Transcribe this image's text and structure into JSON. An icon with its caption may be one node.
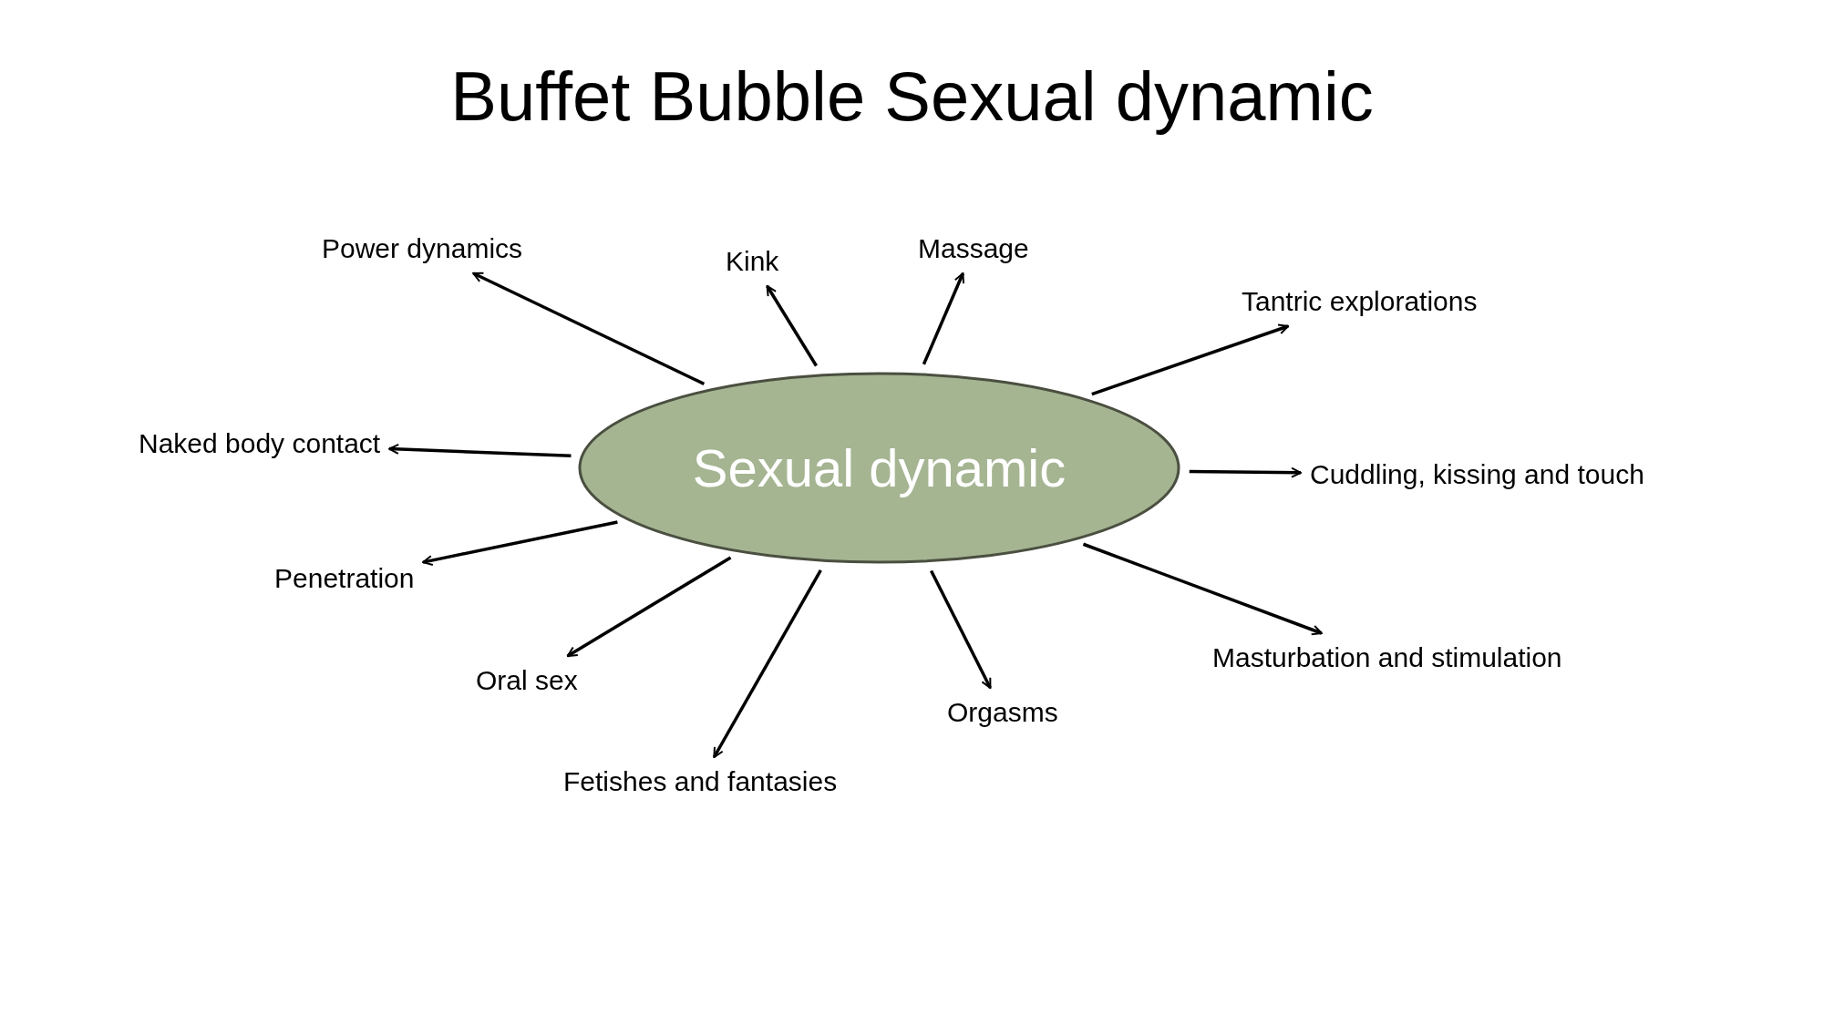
{
  "diagram": {
    "title": "Buffet Bubble Sexual dynamic",
    "nodes": [
      {
        "text": [
          "Sexual dynamic"
        ]
      },
      {
        "text": [
          "Power dynamics"
        ]
      },
      {
        "text": [
          "Massage"
        ]
      },
      {
        "text": [
          "Kink"
        ]
      },
      {
        "text": [
          "Tantric explorations"
        ]
      },
      {
        "text": [
          "Naked body contact"
        ]
      },
      {
        "text": [
          "Cuddling, kissing and touch"
        ]
      },
      {
        "text": [
          "Penetration"
        ]
      },
      {
        "text": [
          "Masturbation and stimulation"
        ]
      },
      {
        "text": [
          "Oral sex"
        ]
      },
      {
        "text": [
          "Orgasms"
        ]
      },
      {
        "text": [
          "Fetishes and fantasies"
        ]
      }
    ],
    "edges": [
      {
        "from": 0,
        "to": 1,
        "arrow": "to"
      },
      {
        "from": 0,
        "to": 2,
        "arrow": "to"
      },
      {
        "from": 0,
        "to": 3,
        "arrow": "to"
      },
      {
        "from": 0,
        "to": 4,
        "arrow": "to"
      },
      {
        "from": 0,
        "to": 5,
        "arrow": "to"
      },
      {
        "from": 0,
        "to": 6,
        "arrow": "to"
      },
      {
        "from": 0,
        "to": 7,
        "arrow": "to"
      },
      {
        "from": 0,
        "to": 8,
        "arrow": "to"
      },
      {
        "from": 0,
        "to": 9,
        "arrow": "to"
      },
      {
        "from": 0,
        "to": 10,
        "arrow": "to"
      },
      {
        "from": 0,
        "to": 11,
        "arrow": "to"
      }
    ]
  }
}
